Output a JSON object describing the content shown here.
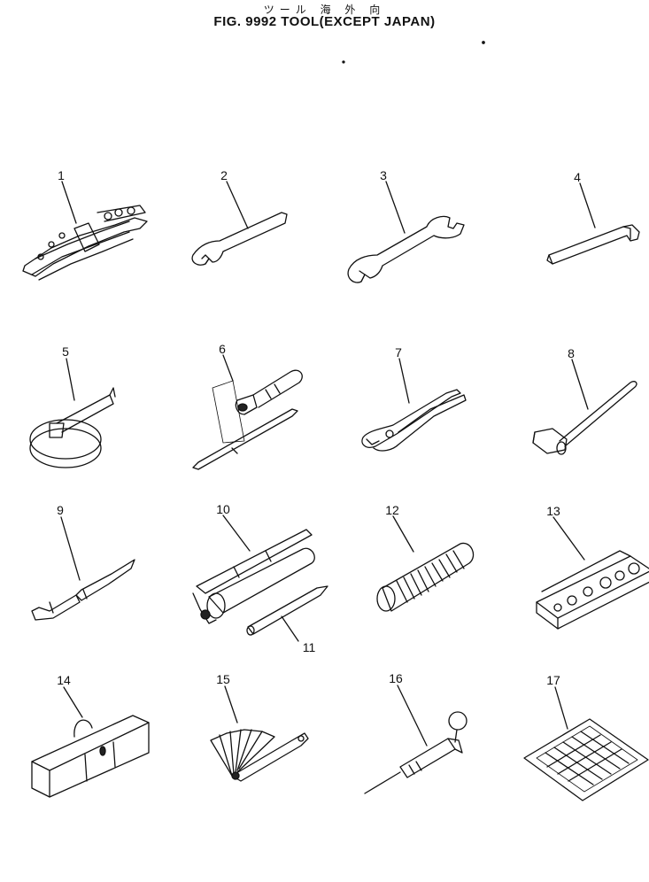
{
  "header": {
    "jp_title": "ツール 海 外 向",
    "title": "FIG. 9992  TOOL(EXCEPT JAPAN)"
  },
  "callouts": [
    "1",
    "2",
    "3",
    "4",
    "5",
    "6",
    "7",
    "8",
    "9",
    "10",
    "11",
    "12",
    "13",
    "14",
    "15",
    "16",
    "17"
  ],
  "parts": [
    {
      "id": "1",
      "icon": "wrench-set-icon"
    },
    {
      "id": "2",
      "icon": "single-open-wrench-icon"
    },
    {
      "id": "3",
      "icon": "double-open-wrench-icon"
    },
    {
      "id": "4",
      "icon": "hex-key-icon"
    },
    {
      "id": "5",
      "icon": "filter-wrench-icon"
    },
    {
      "id": "6",
      "icon": "screwdriver-icon"
    },
    {
      "id": "7",
      "icon": "pliers-icon"
    },
    {
      "id": "8",
      "icon": "hammer-icon"
    },
    {
      "id": "9",
      "icon": "pry-bar-icon"
    },
    {
      "id": "10",
      "icon": "grease-gun-icon"
    },
    {
      "id": "11",
      "icon": "nozzle-pipe-icon"
    },
    {
      "id": "12",
      "icon": "hose-icon"
    },
    {
      "id": "13",
      "icon": "socket-set-case-icon"
    },
    {
      "id": "14",
      "icon": "tool-bag-icon"
    },
    {
      "id": "15",
      "icon": "feeler-gauge-icon"
    },
    {
      "id": "16",
      "icon": "hand-pump-icon"
    },
    {
      "id": "17",
      "icon": "grid-sheet-icon"
    }
  ]
}
